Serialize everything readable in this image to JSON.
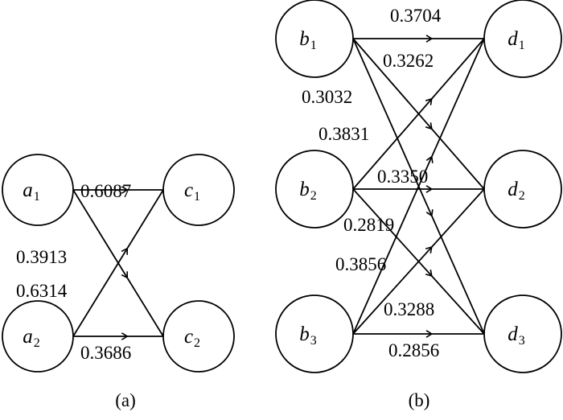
{
  "diagram_a": {
    "caption": "(a)",
    "nodes": [
      {
        "id": "a1",
        "letter": "a",
        "sub": "1"
      },
      {
        "id": "a2",
        "letter": "a",
        "sub": "2"
      },
      {
        "id": "c1",
        "letter": "c",
        "sub": "1"
      },
      {
        "id": "c2",
        "letter": "c",
        "sub": "2"
      }
    ],
    "edges": [
      {
        "from": "a1",
        "to": "c1",
        "weight": "0.6087"
      },
      {
        "from": "a1",
        "to": "c2",
        "weight": "0.3913"
      },
      {
        "from": "a2",
        "to": "c1",
        "weight": "0.6314"
      },
      {
        "from": "a2",
        "to": "c2",
        "weight": "0.3686"
      }
    ]
  },
  "diagram_b": {
    "caption": "(b)",
    "nodes": [
      {
        "id": "b1",
        "letter": "b",
        "sub": "1"
      },
      {
        "id": "b2",
        "letter": "b",
        "sub": "2"
      },
      {
        "id": "b3",
        "letter": "b",
        "sub": "3"
      },
      {
        "id": "d1",
        "letter": "d",
        "sub": "1"
      },
      {
        "id": "d2",
        "letter": "d",
        "sub": "2"
      },
      {
        "id": "d3",
        "letter": "d",
        "sub": "3"
      }
    ],
    "edges": [
      {
        "from": "b1",
        "to": "d1",
        "weight": "0.3704"
      },
      {
        "from": "b1",
        "to": "d2",
        "weight": "0.3262"
      },
      {
        "from": "b1",
        "to": "d3",
        "weight": "0.3032"
      },
      {
        "from": "b2",
        "to": "d1",
        "weight": "0.3831"
      },
      {
        "from": "b2",
        "to": "d2",
        "weight": "0.3350"
      },
      {
        "from": "b2",
        "to": "d3",
        "weight": "0.2819"
      },
      {
        "from": "b3",
        "to": "d1",
        "weight": "0.3856"
      },
      {
        "from": "b3",
        "to": "d2",
        "weight": "0.3288"
      },
      {
        "from": "b3",
        "to": "d3",
        "weight": "0.2856"
      }
    ]
  }
}
